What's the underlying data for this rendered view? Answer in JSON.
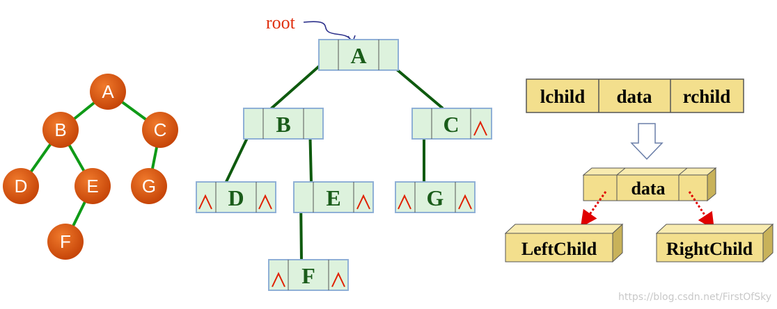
{
  "colors": {
    "ball": "#e2570e",
    "ball_edge": "#a83400",
    "tree_line": "#0f9a17",
    "node_fill": "#ddf2dd",
    "node_border": "#8fb0d6",
    "link_line": "#0e5a0e",
    "null_mark": "#e02000",
    "field_fill": "#f3df8d",
    "arrow_red": "#e00000"
  },
  "ball_tree": {
    "nodes": [
      "A",
      "B",
      "C",
      "D",
      "E",
      "G",
      "F"
    ]
  },
  "linked_tree": {
    "root_label": "root",
    "null_symbol": "^",
    "nodes": [
      "A",
      "B",
      "C",
      "D",
      "E",
      "G",
      "F"
    ]
  },
  "node_structure": {
    "fields": [
      "lchild",
      "data",
      "rchild"
    ],
    "box_data": "data",
    "left_child": "LeftChild",
    "right_child": "RightChild"
  },
  "watermark": "https://blog.csdn.net/FirstOfSky"
}
